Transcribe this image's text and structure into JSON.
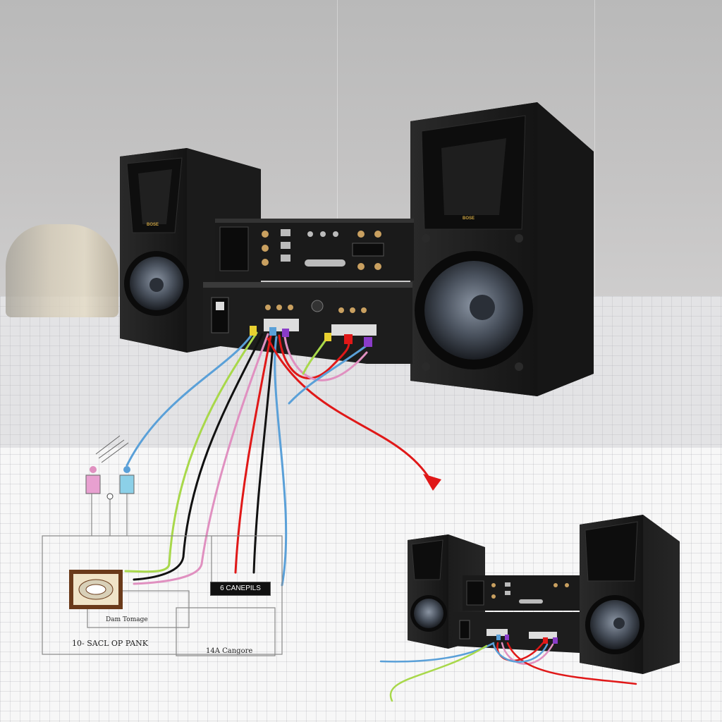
{
  "diagram": {
    "labels": {
      "center_tag": "6 CANEPILS",
      "panel_upper": "Dam Tomage",
      "panel_left": "10- SACL OP PANK",
      "panel_right": "14A Cangore"
    },
    "brand_mark": "BOSE",
    "colors": {
      "wall": "#c0bfbf",
      "speaker": "#1c1c1c",
      "wire_red": "#e01818",
      "wire_blue": "#5aa0d8",
      "wire_green": "#a8d84a",
      "wire_pink": "#e090c0",
      "wire_purple": "#8a3cc8",
      "wire_black": "#111111",
      "wire_yellow": "#e8d030"
    },
    "icons": [
      "speaker-icon",
      "amplifier-icon",
      "receiver-icon",
      "arrow-icon",
      "connector-icon",
      "chip-icon"
    ]
  }
}
